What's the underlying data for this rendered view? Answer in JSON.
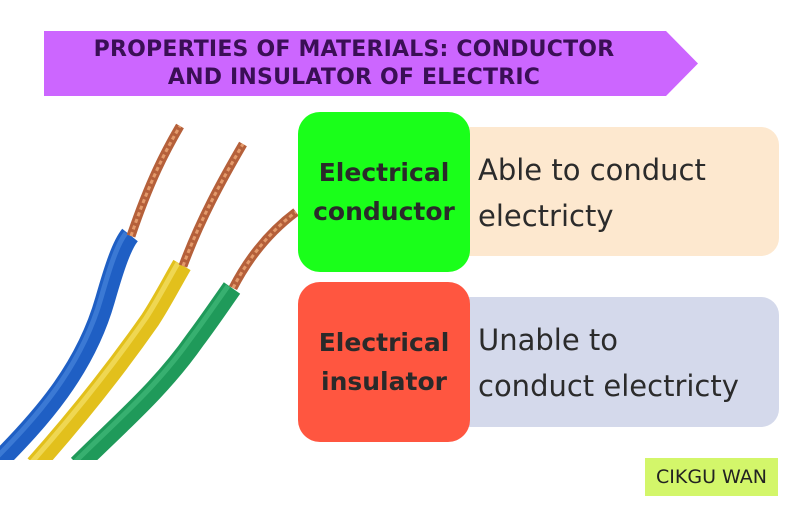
{
  "title": {
    "line1": "PROPERTIES OF MATERIALS: CONDUCTOR",
    "line2": "AND INSULATOR OF ELECTRIC"
  },
  "colors": {
    "banner": "#cc66ff",
    "conductor_label_bg": "#1aff1a",
    "conductor_desc_bg": "#fde8cf",
    "insulator_label_bg": "#ff5640",
    "insulator_desc_bg": "#d4d9eb",
    "credit_bg": "#d3f66a"
  },
  "wire_icons": [
    "blue-wire-icon",
    "yellow-wire-icon",
    "green-wire-icon"
  ],
  "rows": [
    {
      "label_line1": "Electrical",
      "label_line2": "conductor",
      "bullet": "•",
      "desc_line1": "Able to conduct",
      "desc_line2": "electricty"
    },
    {
      "label_line1": "Electrical",
      "label_line2": "insulator",
      "bullet": "•",
      "desc_line1": "Unable to",
      "desc_line2": "conduct electricty"
    }
  ],
  "credit": "CIKGU WAN"
}
